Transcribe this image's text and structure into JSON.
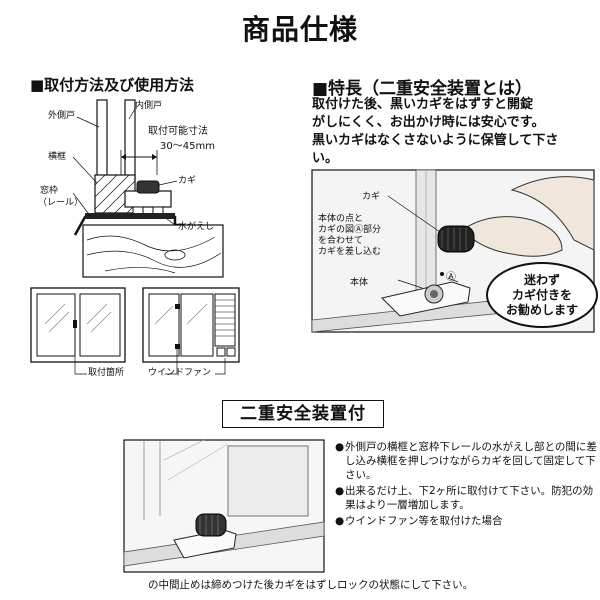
{
  "page_title": "商品仕様",
  "install": {
    "heading": "■取付方法及び使用方法",
    "labels": {
      "outer_door": "外側戸",
      "inner_door": "内側戸",
      "range_title": "取付可能寸法",
      "range_value": "30～45mm",
      "key": "カギ",
      "crossbar": "横框",
      "frame_line1": "窓枠",
      "frame_line2": "（レール）",
      "drip": "水がえし",
      "mount_location": "取付箇所",
      "window_fan": "ウインドファン"
    }
  },
  "feature": {
    "heading": "■特長（二重安全装置とは）",
    "lines": [
      "取付けた後、黒いカギをはずすと開錠",
      "がしにくく、お出かけ時には安心です。",
      "黒いカギはなくさないように保管して下さい。"
    ],
    "labels": {
      "key": "カギ",
      "instr1": "本体の点と",
      "instr2": "カギの図Ⓐ部分",
      "instr3": "を合わせて",
      "instr4": "カギを差し込む",
      "body": "本体",
      "mark_a": "Ⓐ"
    },
    "bubble": [
      "迷わず",
      "カギ付きを",
      "お勧めします"
    ]
  },
  "double_lock": {
    "title": "二重安全装置付",
    "bullets": [
      "外側戸の横框と窓枠下レールの水がえし部との間に差し込み横框を押しつけながらカギを回して固定して下さい。",
      "出来るだけ上、下2ヶ所に取付けて下さい。防犯の効果はより一層増加します。",
      "ウインドファン等を取付けた場合"
    ],
    "bullet_mark": "●",
    "footer": "の中間止めは締めつけた後カギをはずしロックの状態にして下さい。"
  }
}
